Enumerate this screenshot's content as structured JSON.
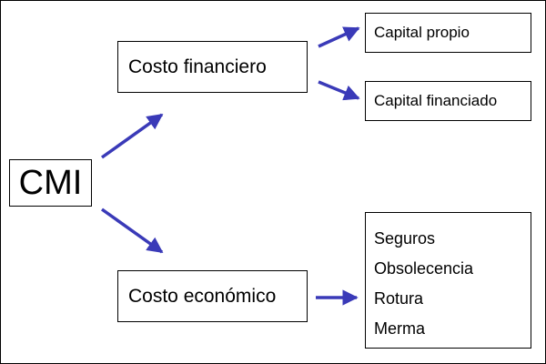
{
  "diagram": {
    "root": {
      "label": "CMI"
    },
    "branches": [
      {
        "label": "Costo financiero",
        "children": [
          "Capital propio",
          "Capital financiado"
        ]
      },
      {
        "label": "Costo económico",
        "children": [
          "Seguros",
          "Obsolecencia",
          "Rotura",
          "Merma"
        ]
      }
    ]
  },
  "colors": {
    "arrow": "#3a3ab8",
    "border": "#000000",
    "text": "#000000",
    "background": "#ffffff"
  }
}
